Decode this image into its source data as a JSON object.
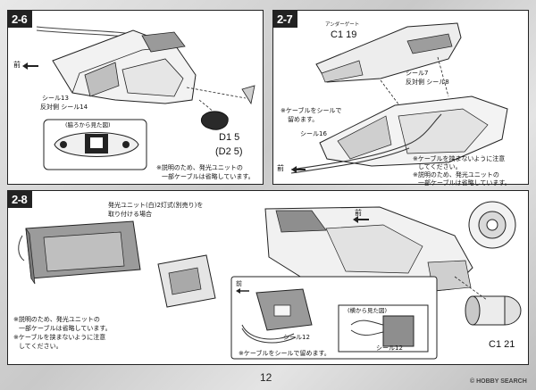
{
  "page_number": "12",
  "watermark": "© HOBBY SEARCH",
  "steps": {
    "s26": {
      "label": "2-6",
      "front": "前",
      "seal_13": "シール13",
      "opp_seal_14": "反対側 シール14",
      "from_side": "(脇ろから見た図)",
      "parts": [
        "D1 5",
        "(D2 5)"
      ],
      "note": [
        "※説明のため、発光ユニットの",
        "一部ケーブルは省略しています。"
      ]
    },
    "s27": {
      "label": "2-7",
      "undergate": "アンダーゲート",
      "part_c1": "C1 19",
      "seal_7": "シール7",
      "opp_seal_8": "反対側 シール8",
      "cable_note": [
        "※ケーブルをシールで",
        "留めます。"
      ],
      "seal_16": "シール16",
      "front": "前",
      "note": [
        "※ケーブルを挟まないように注意",
        "してください。",
        "※説明のため、発光ユニットの",
        "一部ケーブルは省略しています。"
      ]
    },
    "s28": {
      "label": "2-8",
      "light_unit": [
        "発光ユニット(白)2灯式(別売り)を",
        "取り付ける場合"
      ],
      "front": "前",
      "note_left": [
        "※説明のため、発光ユニットの",
        "一部ケーブルは省略しています。",
        "※ケーブルを挟まないように注意",
        "してください。"
      ],
      "front2": "前",
      "seal_12a": "シール12",
      "side_view": "(横から見た図)",
      "seal_12b": "シール12",
      "cable_note": "※ケーブルをシールで留めます。",
      "part_c1": "C1 21"
    }
  }
}
